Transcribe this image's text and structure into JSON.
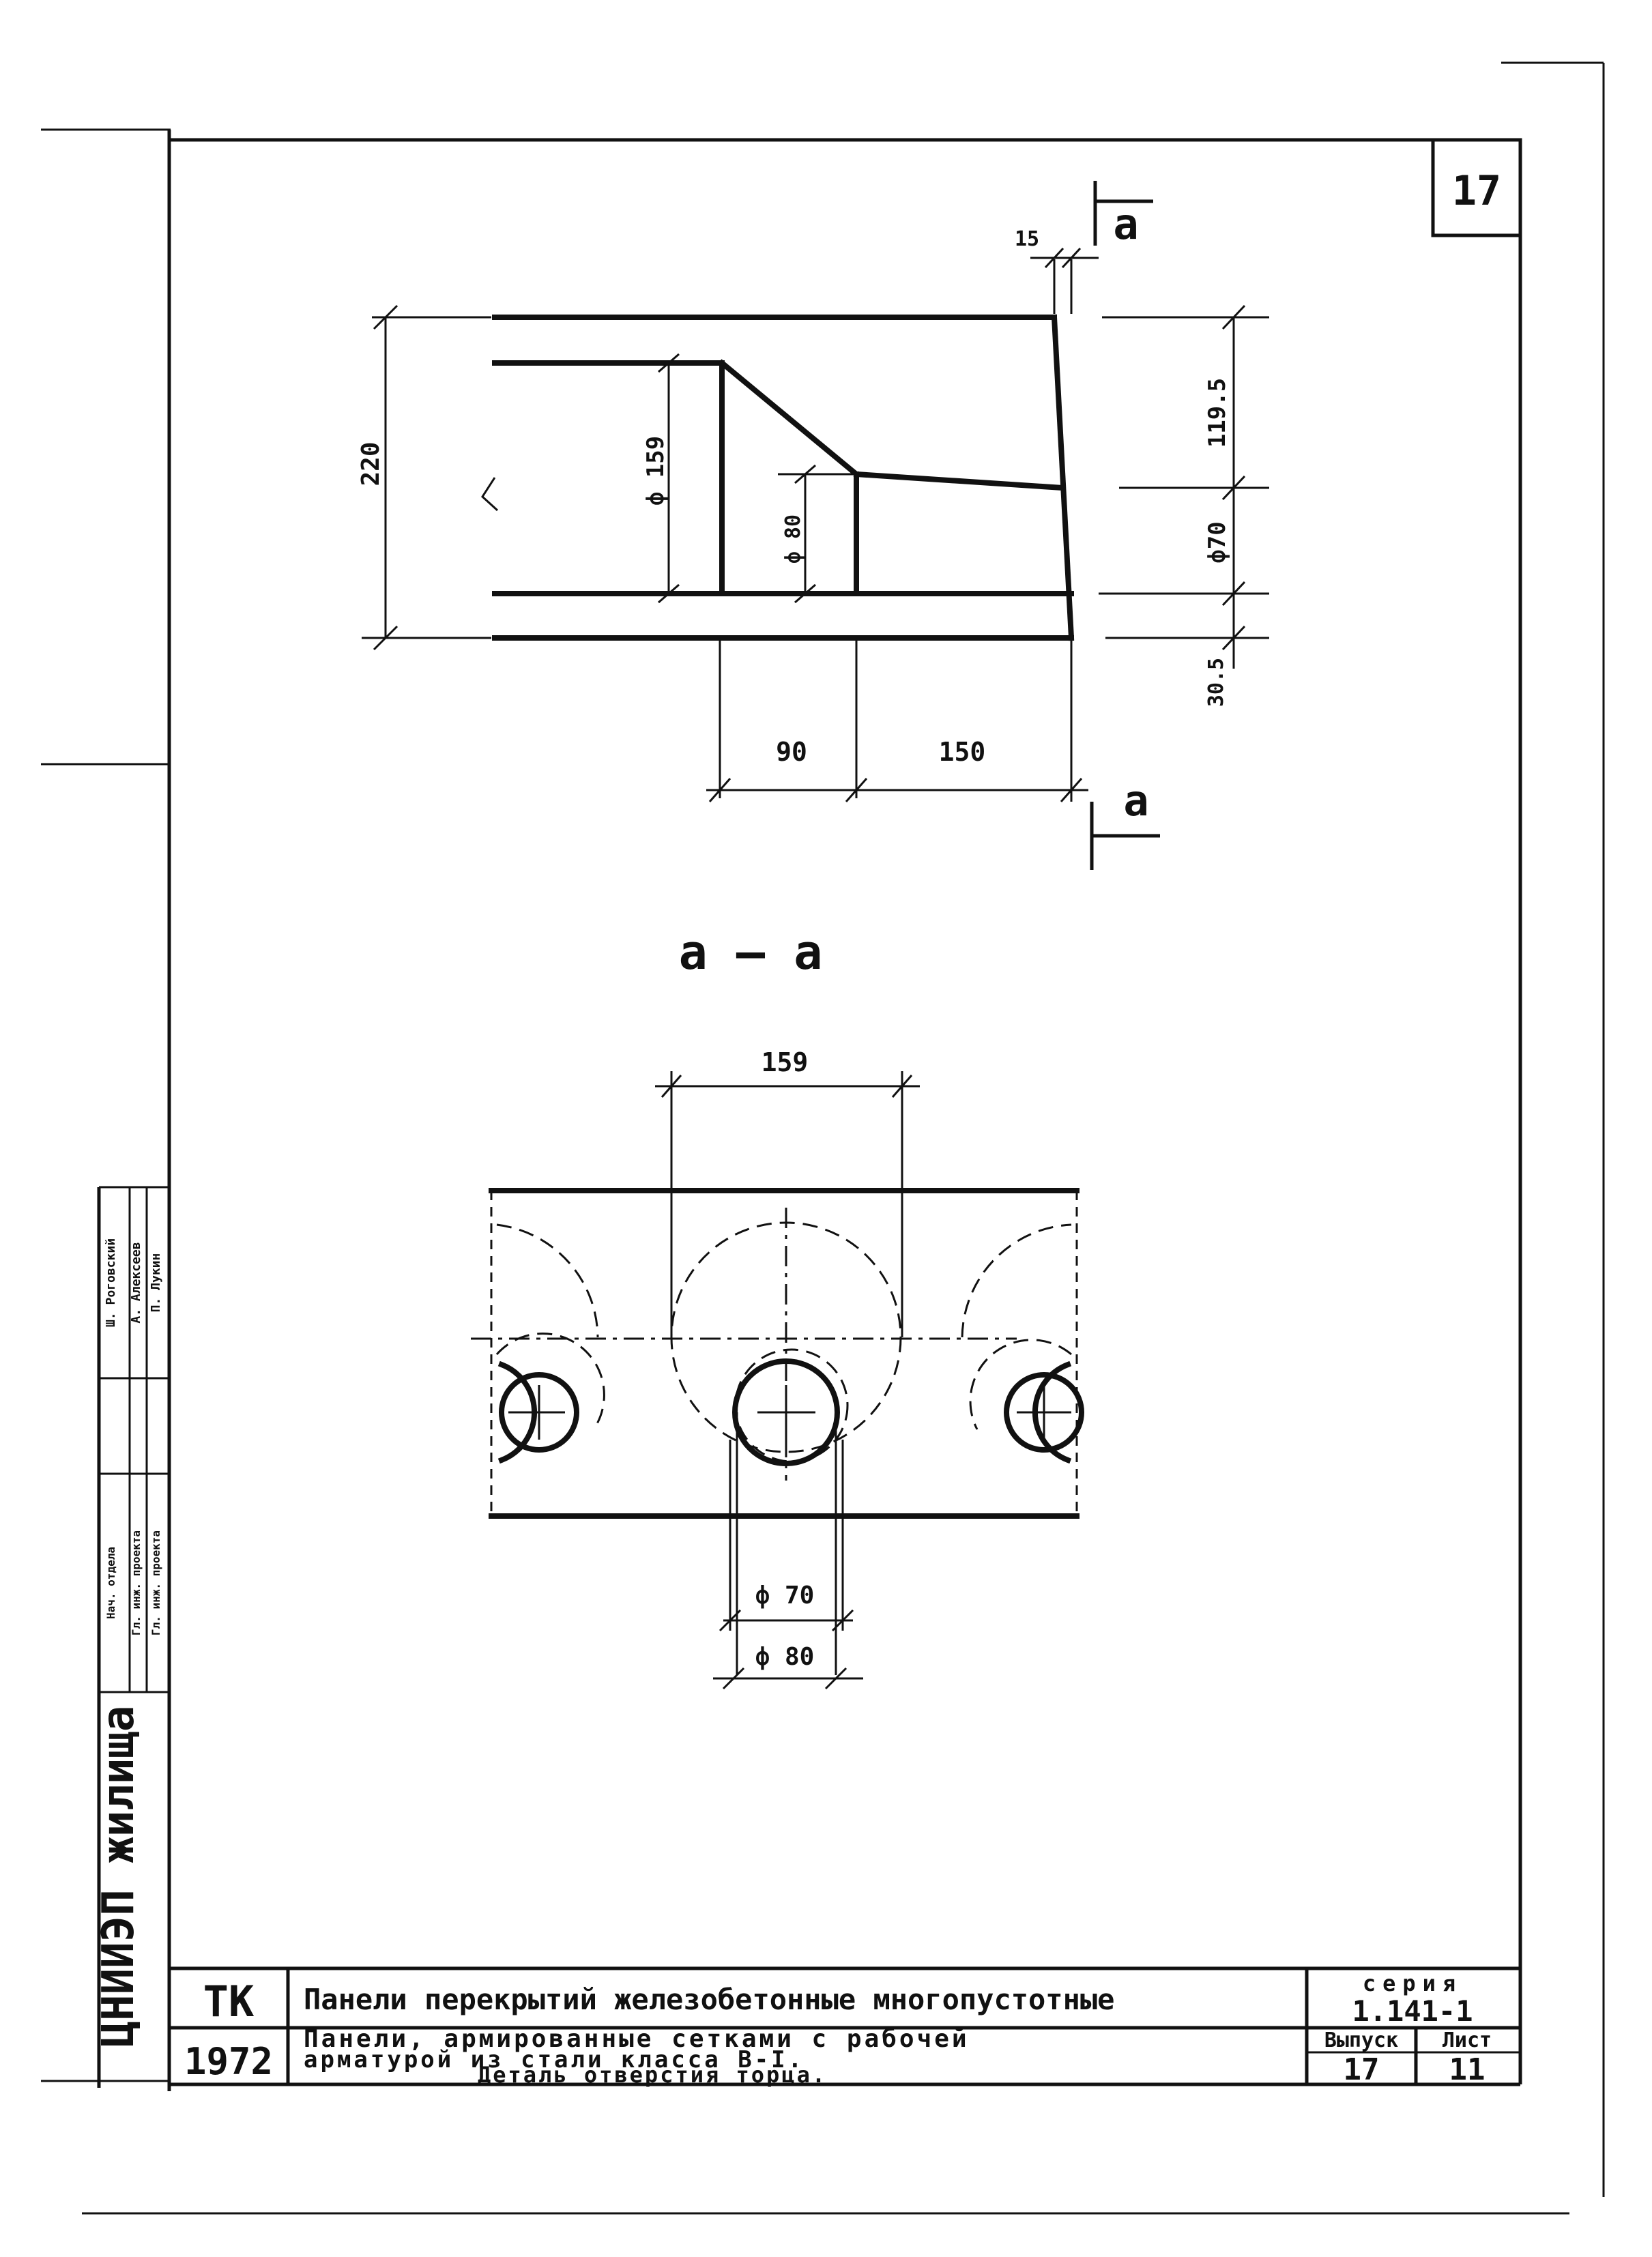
{
  "sheet": {
    "page_number": "17"
  },
  "elevation": {
    "section_mark": "а",
    "dims": {
      "overall_height": "220",
      "upper_hole_dia": "ф 159",
      "lower_hole_dia": "ф 80",
      "right_top": "119.5",
      "right_middle": "ф70",
      "right_bottom": "30.5",
      "bottom_left": "90",
      "bottom_right": "150",
      "top_right": "15"
    }
  },
  "section": {
    "title": "а – а",
    "dims": {
      "top_dia": "159",
      "inner_dia_1": "ф 70",
      "inner_dia_2": "ф 80"
    }
  },
  "side_stamp": {
    "org": "ЦНИИЭП жилища",
    "roles": [
      "Нач. отдела",
      "Гл. инж. проекта",
      "Гл. инж. проекта"
    ],
    "names": [
      "Ш. Роговский",
      "А. Алексеев",
      "П. Лукин"
    ]
  },
  "title_block": {
    "code": "ТК",
    "year": "1972",
    "title_line1": "Панели перекрытий железобетонные многопустотные",
    "title_line2": "Панели, армированные сетками с рабочей",
    "title_line3": "арматурой из стали класса В-I.",
    "title_line4": "Деталь отверстия торца.",
    "series_label": "серия",
    "series_value": "1.141-1",
    "issue_label": "Выпуск",
    "issue_value": "17",
    "sheet_label": "Лист",
    "sheet_value": "11"
  }
}
